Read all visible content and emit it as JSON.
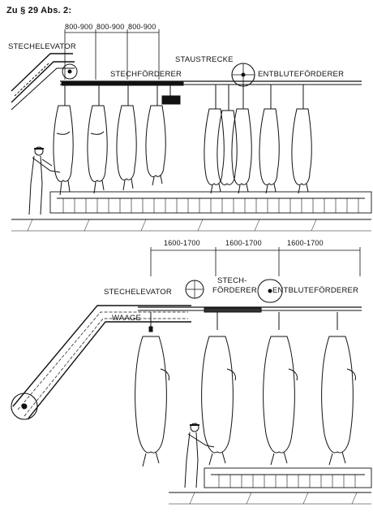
{
  "header": "Zu § 29 Abs. 2:",
  "top": {
    "dims": [
      "800-900",
      "800-900",
      "800-900"
    ],
    "stechelevator": "STECHELEVATOR",
    "stechfoerderer": "STECHFÖRDERER",
    "staustrecke": "STAUSTRECKE",
    "entblutefoerderer": "ENTBLUTEFÖRDERER"
  },
  "bottom": {
    "dims": [
      "1600-1700",
      "1600-1700",
      "1600-1700"
    ],
    "stech_line1": "STECH-",
    "stech_line2": "FÖRDERER",
    "stechelevator": "STECHELEVATOR",
    "entblutefoerderer": "ENTBLUTEFÖRDERER",
    "waage": "WAAGE"
  }
}
